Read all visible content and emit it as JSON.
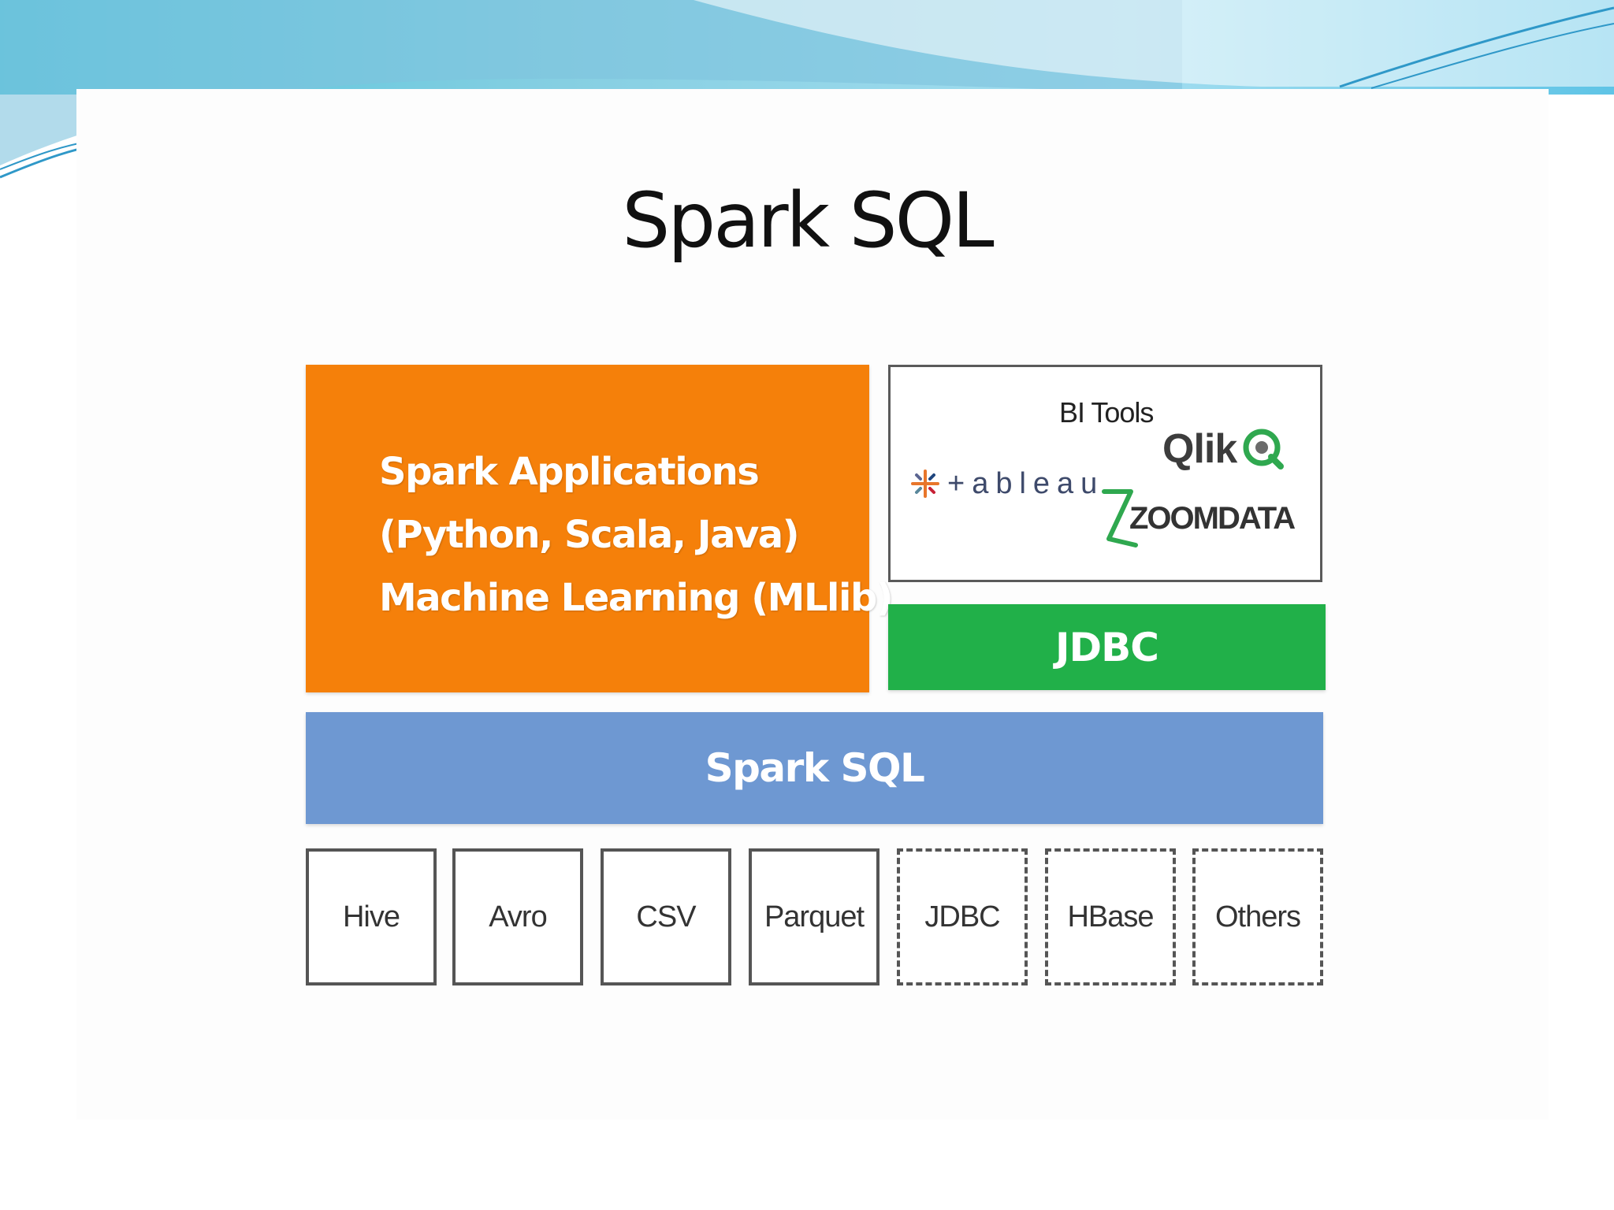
{
  "slide": {
    "title": "Spark SQL"
  },
  "apps": {
    "lines": [
      "Spark Applications",
      "(Python, Scala, Java)",
      "Machine Learning (MLlib)"
    ]
  },
  "bi_tools": {
    "label": "BI Tools",
    "logos": {
      "qlik": "Qlik",
      "tableau": "+ableau",
      "zoomdata": "ZOOMDATA"
    }
  },
  "jdbc": {
    "label": "JDBC"
  },
  "spark_sql": {
    "label": "Spark SQL"
  },
  "data_sources": [
    {
      "label": "Hive",
      "style": "solid"
    },
    {
      "label": "Avro",
      "style": "solid"
    },
    {
      "label": "CSV",
      "style": "solid"
    },
    {
      "label": "Parquet",
      "style": "solid"
    },
    {
      "label": "JDBC",
      "style": "dashed"
    },
    {
      "label": "HBase",
      "style": "dashed"
    },
    {
      "label": "Others",
      "style": "dashed"
    }
  ],
  "colors": {
    "apps": "#f5800a",
    "jdbc": "#21b049",
    "spark_sql": "#6e98d2",
    "header_wave": "#7ec9e0"
  },
  "icons": {
    "qlik": "qlik-q-icon",
    "tableau": "tableau-cross-icon",
    "zoomdata": "zoomdata-z-icon"
  }
}
